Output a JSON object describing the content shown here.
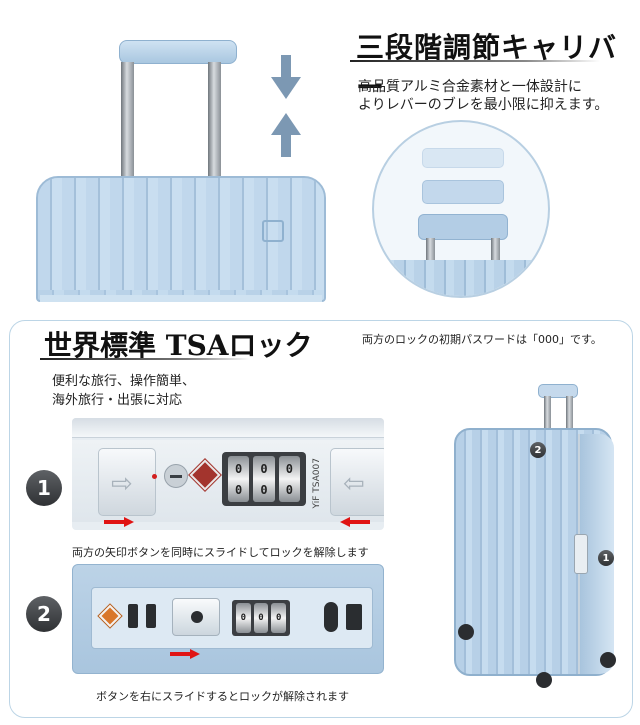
{
  "top": {
    "title": "三段階調節キャリバー",
    "description_lines": [
      "高品質アルミ合金素材と一体設計に",
      "よりレバーのブレを最小限に抑えます。"
    ],
    "arrow_down_icon": "arrow-down-icon",
    "arrow_up_icon": "arrow-up-icon"
  },
  "bottom": {
    "title": "世界標準 TSAロック",
    "note": "両方のロックの初期パスワードは「000」です。",
    "bullets": [
      "便利な旅行、操作簡単、",
      "海外旅行・出張に対応"
    ],
    "step1": {
      "number": "1",
      "dial_digits": [
        "0",
        "0",
        "0"
      ],
      "model_text": "YiF TSA007",
      "caption": "両方の矢印ボタンを同時にスライドしてロックを解除します"
    },
    "step2": {
      "number": "2",
      "dial_digits": [
        "0",
        "0",
        "0"
      ],
      "caption": "ボタンを右にスライドするとロックが解除されます"
    },
    "side_badges": [
      "1",
      "2"
    ]
  },
  "colors": {
    "suitcase_blue": "#b9d2e8",
    "arrow_blue": "#7c98b3",
    "red_arrow": "#e01414",
    "badge_dark": "#3a3c3f"
  }
}
